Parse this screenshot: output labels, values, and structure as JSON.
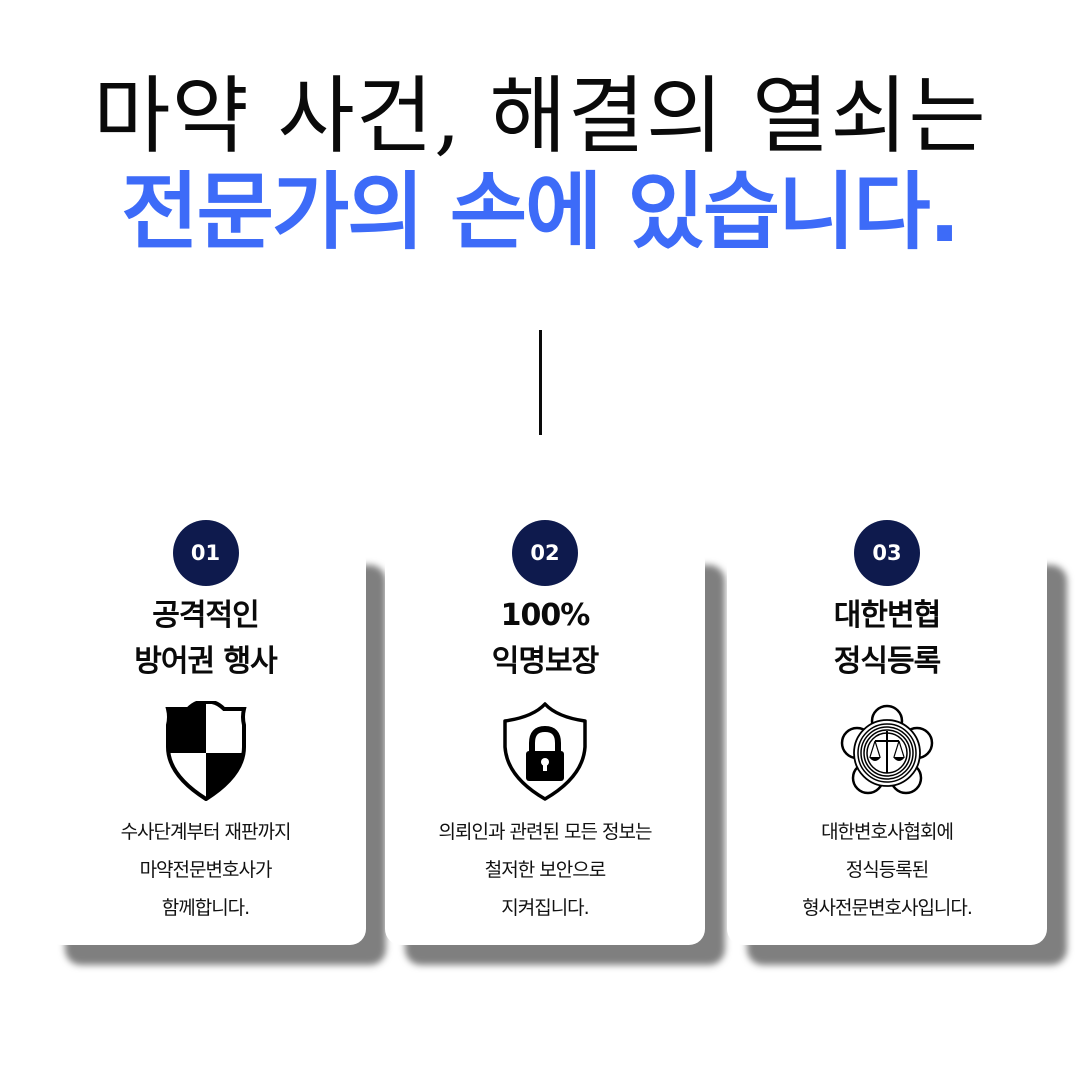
{
  "headline": {
    "line1": "마약 사건, 해결의 열쇠는",
    "line2": "전문가의 손에 있습니다.",
    "line1_color": "#0a0a0a",
    "line2_color": "#3d6bf8"
  },
  "badge_color": "#0e1a4d",
  "cards": [
    {
      "number": "01",
      "title_lines": [
        "공격적인",
        "방어권 행사"
      ],
      "icon": "checkered-shield-icon",
      "desc_lines": [
        "수사단계부터 재판까지",
        "마약전문변호사가",
        "함께합니다."
      ]
    },
    {
      "number": "02",
      "title_lines": [
        "100%",
        "익명보장"
      ],
      "icon": "shield-lock-icon",
      "desc_lines": [
        "의뢰인과 관련된 모든 정보는",
        "철저한 보안으로",
        "지켜집니다."
      ]
    },
    {
      "number": "03",
      "title_lines": [
        "대한변협",
        "정식등록"
      ],
      "icon": "bar-association-emblem-icon",
      "desc_lines": [
        "대한변호사협회에",
        "정식등록된",
        "형사전문변호사입니다."
      ]
    }
  ]
}
